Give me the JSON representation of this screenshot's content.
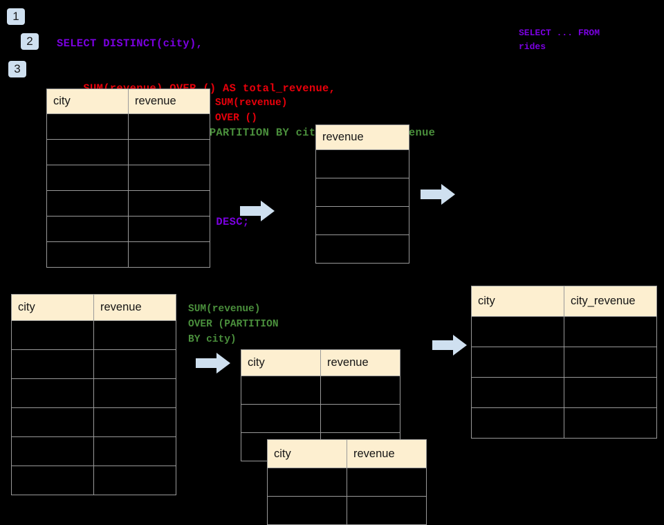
{
  "background_color": "#000000",
  "palette": {
    "keyword_purple": "#7a00e0",
    "annotation_red": "#e8000b",
    "annotation_green": "#4a8f3c",
    "badge_blue": "#cfe0f0",
    "arrow_blue": "#cfe0f0",
    "header_cream": "#fdefd0",
    "border_grey": "#9a9a9a"
  },
  "sql": {
    "lines": [
      {
        "text": "SELECT DISTINCT(city),",
        "color": "purple"
      },
      {
        "text": "    SUM(revenue) OVER () AS total_revenue,",
        "color": "red"
      },
      {
        "text": "    SUM(revenue) OVER (PARTITION BY city) as city_revenue",
        "color": "green"
      },
      {
        "text": "  FROM rides",
        "color": "purple"
      },
      {
        "text": "  ORDER by city_revenue DESC;",
        "color": "purple"
      }
    ]
  },
  "badges": [
    {
      "label": "1"
    },
    {
      "label": "2"
    },
    {
      "label": "3"
    }
  ],
  "annotations": {
    "top_right": "SELECT ... FROM\nrides",
    "red_over": "SUM(revenue)\nOVER ()",
    "green_partition": "SUM(revenue)\nOVER (PARTITION\nBY city)"
  },
  "tables": {
    "source_top": {
      "name": "source-table-top",
      "headers": [
        "city",
        "revenue"
      ],
      "row_count": 6,
      "rows": [
        [
          "",
          ""
        ],
        [
          "",
          ""
        ],
        [
          "",
          ""
        ],
        [
          "",
          ""
        ],
        [
          "",
          ""
        ],
        [
          "",
          ""
        ]
      ]
    },
    "total_revenue": {
      "name": "total-revenue-table",
      "headers": [
        "revenue"
      ],
      "row_count": 4,
      "rows": [
        [
          ""
        ],
        [
          ""
        ],
        [
          ""
        ],
        [
          ""
        ]
      ]
    },
    "source_bottom": {
      "name": "source-table-bottom",
      "headers": [
        "city",
        "revenue"
      ],
      "row_count": 6,
      "rows": [
        [
          "",
          ""
        ],
        [
          "",
          ""
        ],
        [
          "",
          ""
        ],
        [
          "",
          ""
        ],
        [
          "",
          ""
        ],
        [
          "",
          ""
        ]
      ]
    },
    "partition_back": {
      "name": "partition-table-back",
      "headers": [
        "city",
        "revenue"
      ],
      "row_count": 3,
      "rows": [
        [
          "",
          ""
        ],
        [
          "",
          ""
        ],
        [
          "",
          ""
        ]
      ]
    },
    "partition_front": {
      "name": "partition-table-front",
      "headers": [
        "city",
        "revenue"
      ],
      "row_count": 2,
      "rows": [
        [
          "",
          ""
        ],
        [
          "",
          ""
        ]
      ]
    },
    "result": {
      "name": "result-table",
      "headers": [
        "city",
        "city_revenue"
      ],
      "row_count": 4,
      "rows": [
        [
          "",
          ""
        ],
        [
          "",
          ""
        ],
        [
          "",
          ""
        ],
        [
          "",
          ""
        ]
      ]
    }
  },
  "arrows": [
    {
      "name": "arrow-source-to-total"
    },
    {
      "name": "arrow-total-to-result"
    },
    {
      "name": "arrow-source-to-partition"
    },
    {
      "name": "arrow-partition-to-result"
    }
  ]
}
